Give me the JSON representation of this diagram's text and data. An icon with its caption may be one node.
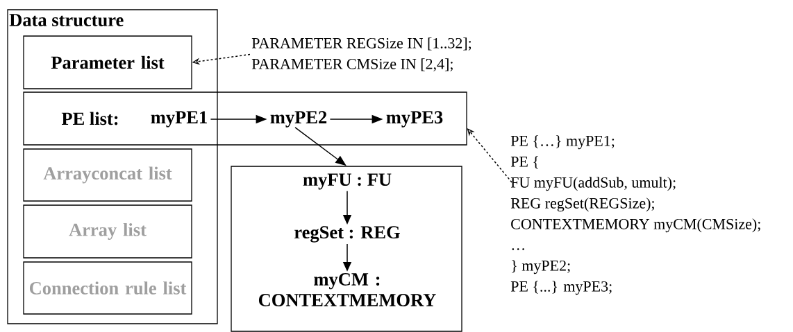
{
  "diagram": {
    "nodes": [
      {
        "text": [
          "Data structure"
        ]
      },
      {
        "text": [
          "Parameter list"
        ],
        "in": 0
      },
      {
        "text": [
          "PE list:"
        ]
      },
      {
        "text": [
          "myPE1"
        ]
      },
      {
        "text": [
          "myPE2"
        ],
        "in": 2
      },
      {
        "text": [
          "myPE3"
        ],
        "in": 2
      },
      {
        "text": [
          "Arrayconcat list"
        ],
        "in": 0
      },
      {
        "text": [
          "Array list"
        ],
        "in": 0
      },
      {
        "text": [
          "Connection rule list"
        ],
        "in": 0
      },
      {
        "text": [],
        "shape": "box"
      },
      {
        "text": [
          "myFU : FU"
        ],
        "in": 9
      },
      {
        "text": [
          "regSet : REG"
        ],
        "in": 9
      },
      {
        "text": [
          "myCM : CONTEXTMEMORY"
        ],
        "in": 9
      },
      {
        "text": [
          "PARAMETER REGSize IN [1..32];",
          "PARAMETER CMSize IN [2,4];"
        ]
      },
      {
        "text": [
          "PE {…} myPE1;",
          "PE {",
          "FU myFU(addSub, umult);",
          "REG regSet(REGSize);",
          "CONTEXTMEMORY myCM(CMSize);",
          "…",
          "} myPE2;",
          "PE {...} myPE3;"
        ]
      }
    ],
    "edges": [
      {
        "from": 3,
        "to": 4,
        "arrow": "to"
      },
      {
        "from": 4,
        "to": 5,
        "arrow": "to"
      },
      {
        "from": 4,
        "to": 9,
        "arrow": "to"
      },
      {
        "from": 10,
        "to": 11,
        "arrow": "to"
      },
      {
        "from": 11,
        "to": 12,
        "arrow": "to"
      },
      {
        "from": 13,
        "to": 1,
        "arrow": "to",
        "style": "dashed"
      },
      {
        "from": 14,
        "to": 2,
        "arrow": "to",
        "style": "dashed"
      }
    ]
  }
}
